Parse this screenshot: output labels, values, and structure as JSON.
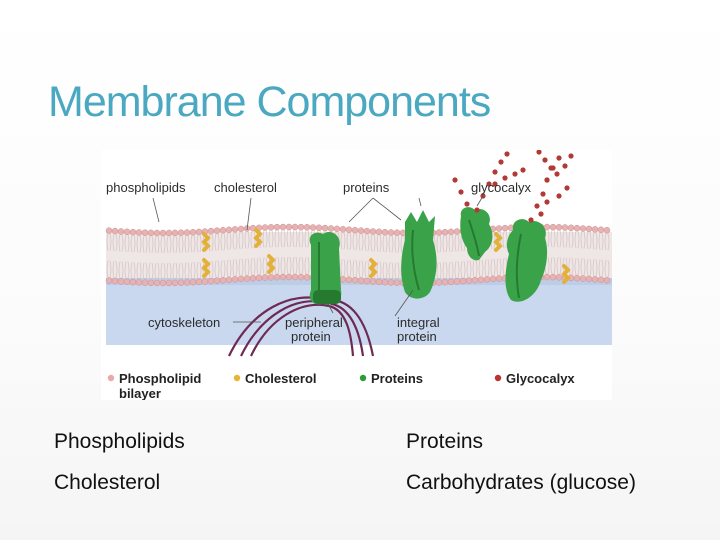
{
  "slide": {
    "title": "Membrane Components",
    "items_left": [
      "Phospholipids",
      "Cholesterol"
    ],
    "items_right": [
      "Proteins",
      "Carbohydrates (glucose)"
    ]
  },
  "diagram": {
    "labels": {
      "phospholipids": "phospholipids",
      "cholesterol": "cholesterol",
      "proteins": "proteins",
      "glycocalyx": "glycocalyx",
      "cytoskeleton": "cytoskeleton",
      "peripheral_1": "peripheral",
      "peripheral_2": "protein",
      "integral_1": "integral",
      "integral_2": "protein"
    },
    "legend": [
      {
        "label": "Phospholipid",
        "label2": "bilayer",
        "color": "#e9a9a9"
      },
      {
        "label": "Cholesterol",
        "color": "#e8b436"
      },
      {
        "label": "Proteins",
        "color": "#2f9a3c"
      },
      {
        "label": "Glycocalyx",
        "color": "#b8342f"
      }
    ],
    "colors": {
      "heads": "#e8b2b2",
      "tails": "#d6c6c6",
      "cholesterol": "#e2b13a",
      "protein": "#3aa34a",
      "protein_dark": "#257a30",
      "glycocalyx": "#b23a36",
      "cytoplasm": "#c9d8ee",
      "cytoskeleton": "#6e2a55"
    }
  }
}
